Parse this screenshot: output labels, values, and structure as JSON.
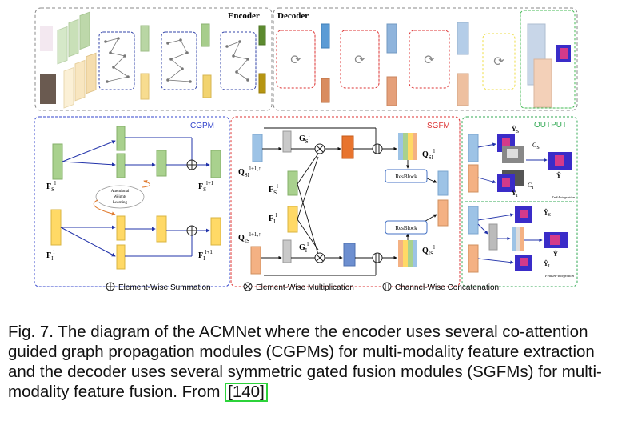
{
  "panels": {
    "encoder": "Encoder",
    "decoder": "Decoder",
    "cgpm": "CGPM",
    "sgfm": "SGFM",
    "output": "OUTPUT"
  },
  "cgpm": {
    "fs": "F",
    "fs_sub": "S",
    "fs_sup": "l",
    "fi": "F",
    "fi_sub": "I",
    "fi_sup": "l",
    "fs_out": "F",
    "fs_out_sub": "S",
    "fs_out_sup": "l+1",
    "fi_out": "F",
    "fi_out_sub": "I",
    "fi_out_sup": "l+1",
    "attention_line1": "Attentional",
    "attention_line2": "Weights",
    "attention_line3": "Learning"
  },
  "sgfm": {
    "q_si_in": "Q",
    "q_si_in_sub": "SI",
    "q_si_in_sup": "l+1,↑",
    "q_is_in": "Q",
    "q_is_in_sub": "IS",
    "q_is_in_sup": "l+1,↑",
    "fs": "F",
    "fs_sub": "S",
    "fs_sup": "l",
    "fi": "F",
    "fi_sub": "I",
    "fi_sup": "l",
    "gs": "G",
    "gs_sub": "S",
    "gs_sup": "l",
    "gi": "G",
    "gi_sub": "I",
    "gi_sup": "l",
    "q_si_out": "Q",
    "q_si_out_sub": "SI",
    "q_si_out_sup": "l",
    "q_is_out": "Q",
    "q_is_out_sub": "IS",
    "q_is_out_sup": "l",
    "resblock_top": "ResBlock",
    "resblock_bottom": "ResBlock"
  },
  "output": {
    "ys": "Ŷ",
    "ys_sub": "S",
    "yi": "Ŷ",
    "yi_sub": "I",
    "cs": "C",
    "cs_sub": "S",
    "ci": "C",
    "ci_sub": "I",
    "y": "Ŷ",
    "end_integration": "End-Integration",
    "ys2": "Ŷ",
    "ys2_sub": "S",
    "yi2": "Ŷ",
    "yi2_sub": "I",
    "y2": "Ŷ",
    "feature_integration": "Feature-Integration"
  },
  "legend": {
    "sum": "Element-Wise Summation",
    "mul": "Element-Wise Multiplication",
    "concat": "Channel-Wise Concatenation"
  },
  "caption": {
    "text": "Fig. 7. The diagram of the ACMNet where the encoder uses several co-attention guided graph propagation modules (CGPMs) for multi-modality feature extraction and the decoder uses several symmetric gated fusion modules (SGFMs) for multi-modality feature fusion. From ",
    "cite": "[140]"
  },
  "colors": {
    "encoder_border": "#888888",
    "cgpm_border": "#3333cc",
    "sgfm_border": "#dd3333",
    "output_border": "#33aa55",
    "green": "#a9d18e",
    "yellow": "#ffd966",
    "blue": "#9dc3e6",
    "orange": "#f4b183",
    "cite_box": "#2cd33a"
  }
}
